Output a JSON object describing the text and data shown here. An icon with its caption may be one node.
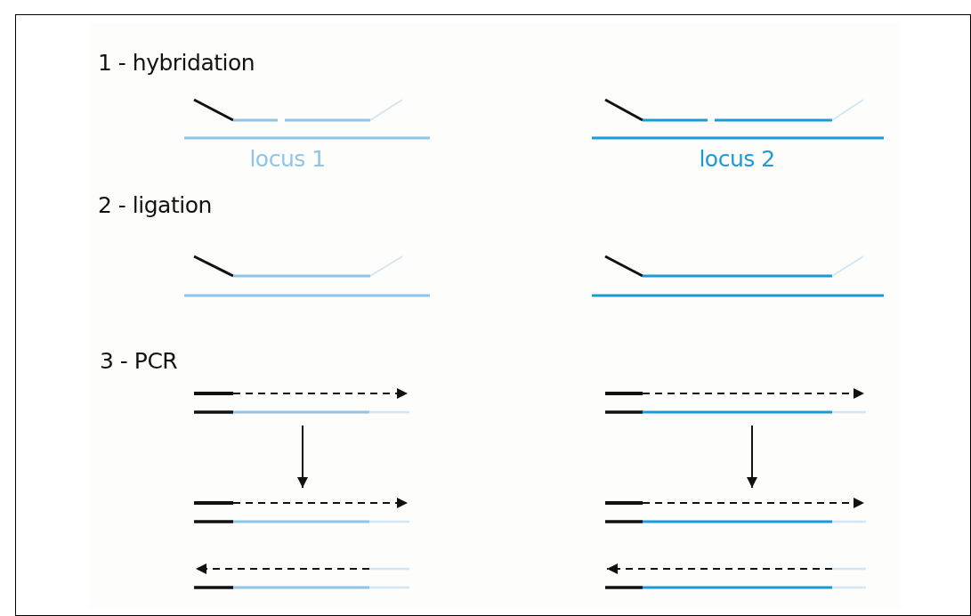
{
  "diagram": {
    "labels": [
      "1 - hybridation",
      "locus 1",
      "locus 2",
      "2 - ligation",
      "3 - PCR"
    ]
  }
}
